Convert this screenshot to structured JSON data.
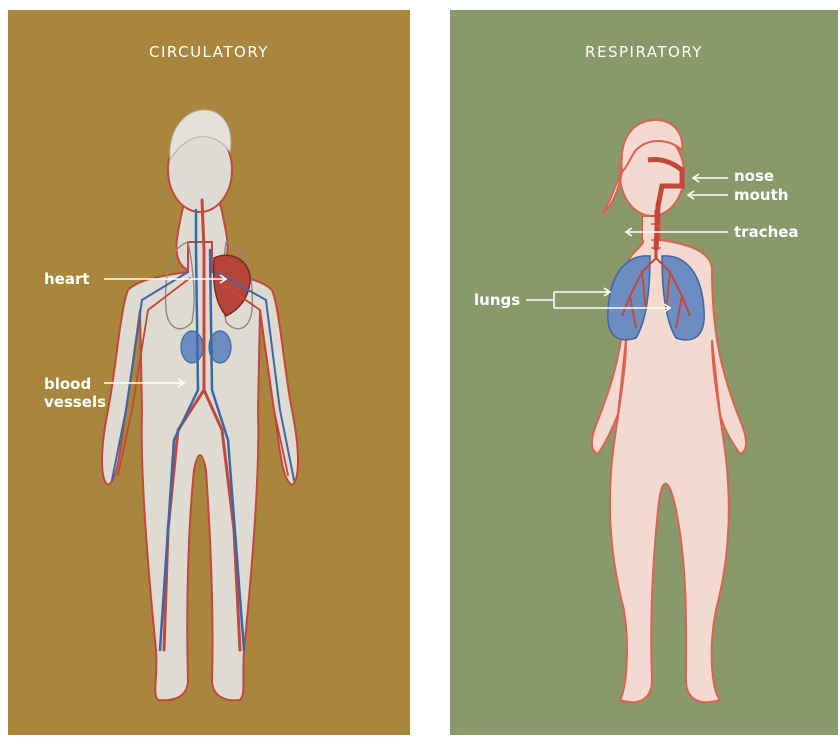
{
  "panels": {
    "circulatory": {
      "title": "CIRCULATORY",
      "labels": {
        "heart": "heart",
        "blood_vessels": "blood\nvessels"
      }
    },
    "respiratory": {
      "title": "RESPIRATORY",
      "labels": {
        "nose": "nose",
        "mouth": "mouth",
        "trachea": "trachea",
        "lungs": "lungs"
      }
    }
  },
  "colors": {
    "circulatory_bg": "#a8863e",
    "respiratory_bg": "#89996a",
    "body_fill_left": "#dedbd2",
    "body_fill_right": "#f3d9cf",
    "artery_red": "#c4473c",
    "vein_blue": "#3d67a3",
    "lung_blue": "#6d8cc0",
    "label_white": "#ffffff"
  }
}
